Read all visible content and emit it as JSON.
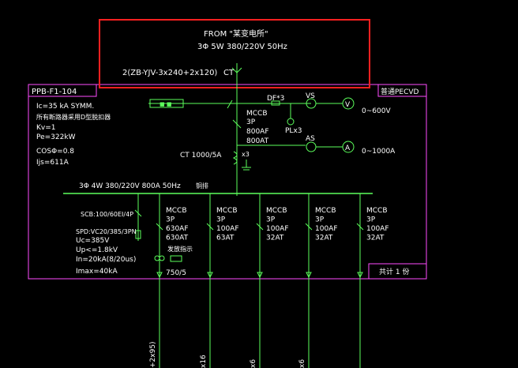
{
  "header": {
    "from": "FROM \"某变电所\"",
    "supply": "3Φ 5W 380/220V 50Hz",
    "cable": "2(ZB-YJV-3x240+2x120)",
    "ct_label": "CT"
  },
  "panel": {
    "id": "PPB-F1-104",
    "type": "普通PECVD",
    "page": "共计 1 份"
  },
  "params": {
    "ic": "Ic=35 kA SYMM.",
    "note": "所有断路器采用D型脱扣器",
    "kv": "Kv=1",
    "pe": "Pe=322kW",
    "cos": "COSΦ=0.8",
    "ijs": "Ijs=611A"
  },
  "incomer": {
    "type": "MCCB",
    "poles": "3P",
    "af": "800AF",
    "at": "800AT",
    "ct_ratio": "CT  1000/5A",
    "ct_qty": "x3",
    "fuse": "DF*3",
    "pl": "PLx3",
    "vs": "VS",
    "as": "AS",
    "v_meter": "V",
    "a_meter": "A",
    "v_range": "0~600V",
    "a_range": "0~1000A"
  },
  "busbar": {
    "label": "3Φ 4W 380/220V  800A 50Hz",
    "material": "铜排"
  },
  "spd": {
    "breaker": "SCB:100/60EI/4P",
    "model": "SPD:VC20/385/3PN",
    "uc": "Uc=385V",
    "up": "Up<=1.8kV",
    "in": "In=20kA(8/20us)",
    "imax": "Imax=40kA",
    "indicator": "发放指示",
    "ct": "750/5"
  },
  "feeders": [
    {
      "type": "MCCB",
      "poles": "3P",
      "af": "630AF",
      "at": "630AT",
      "cable": "+2x95)"
    },
    {
      "type": "MCCB",
      "poles": "3P",
      "af": "100AF",
      "at": "63AT",
      "cable": "x16"
    },
    {
      "type": "MCCB",
      "poles": "3P",
      "af": "100AF",
      "at": "32AT",
      "cable": "x6"
    },
    {
      "type": "MCCB",
      "poles": "3P",
      "af": "100AF",
      "at": "32AT",
      "cable": "x6"
    },
    {
      "type": "MCCB",
      "poles": "3P",
      "af": "100AF",
      "at": "32AT",
      "cable": ""
    }
  ],
  "colors": {
    "background": "#000000",
    "wire": "#5cff5c",
    "text": "#ffffff",
    "border": "#ff4dff",
    "highlight": "#ff2020"
  }
}
